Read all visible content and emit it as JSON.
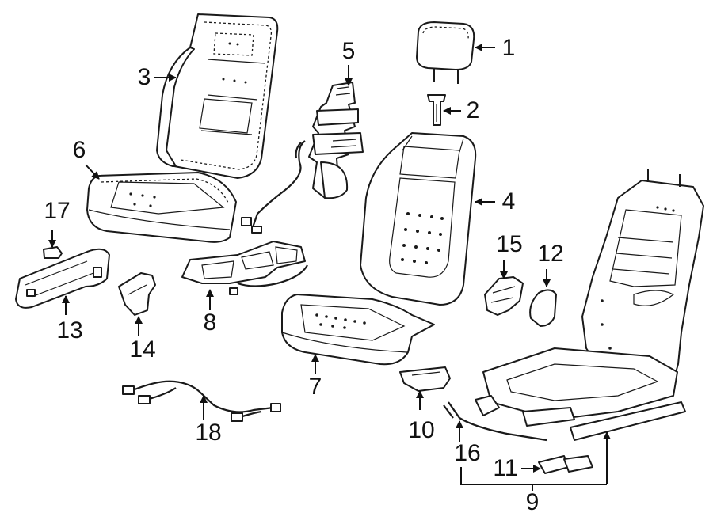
{
  "callouts": {
    "c1": "1",
    "c2": "2",
    "c3": "3",
    "c4": "4",
    "c5": "5",
    "c6": "6",
    "c7": "7",
    "c8": "8",
    "c9": "9",
    "c10": "10",
    "c11": "11",
    "c12": "12",
    "c13": "13",
    "c14": "14",
    "c15": "15",
    "c16": "16",
    "c17": "17",
    "c18": "18"
  },
  "colors": {
    "line": "#1a1a1a",
    "background": "#ffffff"
  }
}
